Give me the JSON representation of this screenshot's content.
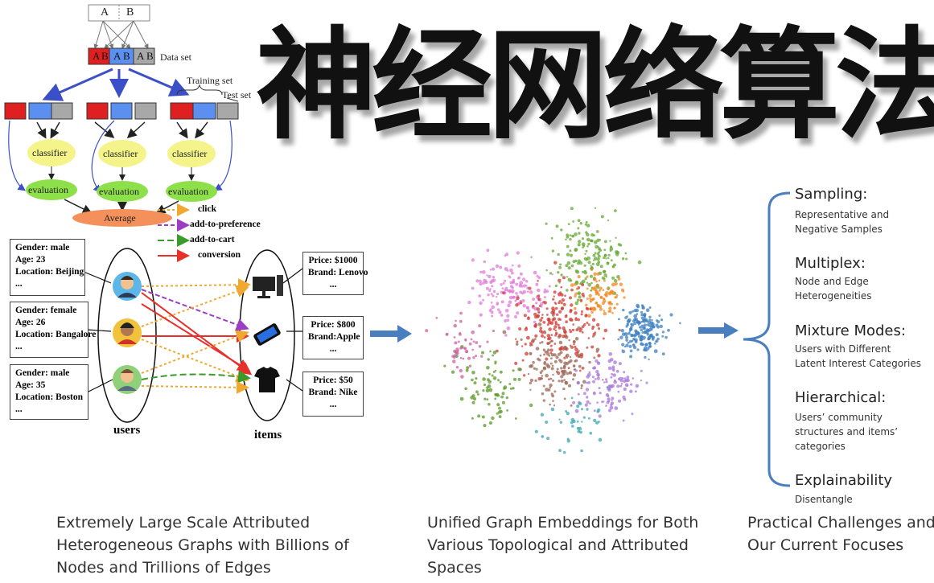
{
  "title": "神经网络算法",
  "cv_diagram": {
    "top_letters": [
      "A",
      "B"
    ],
    "data_cells": [
      "A",
      "B",
      "A",
      "B",
      "A",
      "B"
    ],
    "data_set_label": "Data set",
    "training_label": "Training set",
    "test_label": "Test set",
    "classifier_label": "classifier",
    "evaluation_label": "evaluation",
    "average_label": "Average"
  },
  "graph_diagram": {
    "legend": [
      "click",
      "add-to-preference",
      "add-to-cart",
      "conversion"
    ],
    "users": [
      {
        "lines": [
          "Gender: male",
          "Age: 23",
          "Location: Beijing",
          "..."
        ]
      },
      {
        "lines": [
          "Gender: female",
          "Age: 26",
          "Location: Bangalore",
          "..."
        ]
      },
      {
        "lines": [
          "Gender: male",
          "Age: 35",
          "Location: Boston",
          "..."
        ]
      }
    ],
    "items": [
      {
        "lines": [
          "Price: $1000",
          "Brand: Lenovo",
          "..."
        ]
      },
      {
        "lines": [
          "Price: $800",
          "Brand:Apple",
          "..."
        ]
      },
      {
        "lines": [
          "Price: $50",
          "Brand: Nike",
          "..."
        ]
      }
    ],
    "users_label": "users",
    "items_label": "items",
    "colors": {
      "click": "#f0a830",
      "preference": "#9b3fc0",
      "cart": "#3a9a2a",
      "conversion": "#e8302a"
    }
  },
  "challenges": [
    {
      "title": "Sampling:",
      "desc": [
        "Representative and",
        "Negative Samples"
      ]
    },
    {
      "title": "Multiplex:",
      "desc": [
        "Node and Edge",
        "Heterogeneities"
      ]
    },
    {
      "title": "Mixture Modes:",
      "desc": [
        "Users with Different",
        "Latent Interest Categories"
      ]
    },
    {
      "title": "Hierarchical:",
      "desc": [
        "Users’ community",
        "structures and items’",
        "categories"
      ]
    },
    {
      "title": "Explainability",
      "desc": [
        "Disentangle"
      ]
    }
  ],
  "captions": {
    "left": [
      "Extremely Large Scale Attributed",
      "Heterogeneous Graphs with Billions of",
      "Nodes and Trillions of Edges"
    ],
    "middle": [
      "Unified Graph Embeddings for Both",
      "Various Topological and Attributed",
      "Spaces"
    ],
    "right": [
      "Practical Challenges and",
      "Our Current Focuses"
    ]
  },
  "accent_colors": {
    "arrow": "#4a7fbf",
    "brace": "#4a7fbf",
    "red_cell": "#e02020",
    "blue_cell": "#5b8ff0",
    "gray_cell": "#a8a8a8"
  }
}
